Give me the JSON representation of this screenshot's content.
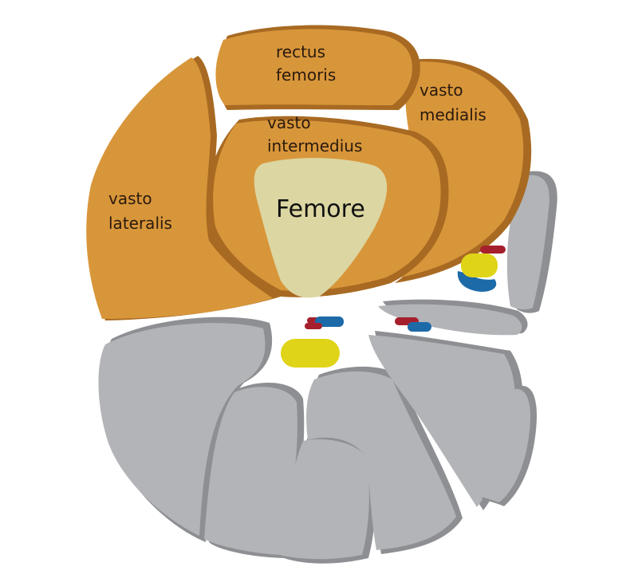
{
  "labels": {
    "rectus_femoris": [
      "rectus",
      "femoris"
    ],
    "vasto_medialis": [
      "vasto",
      "medialis"
    ],
    "vasto_intermedius": [
      "vasto",
      "intermedius"
    ],
    "vasto_lateralis": [
      "vasto",
      "lateralis"
    ],
    "femore": "Femore"
  },
  "colors": {
    "muscle": "#d8963a",
    "muscle_edge": "#a86a22",
    "bone": "#dcd6a2",
    "other_tissue": "#b3b4b7",
    "other_tissue_edge": "#8e8f93",
    "nerve": "#e0d418",
    "artery": "#a5202c",
    "vein": "#1d6aa8"
  }
}
